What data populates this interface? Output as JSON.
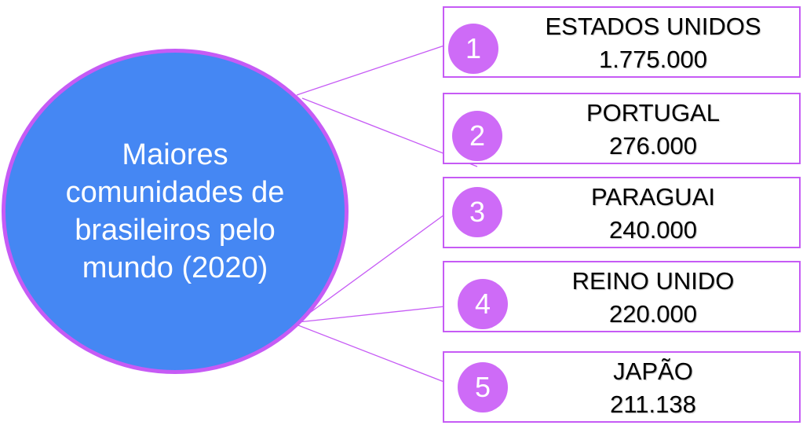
{
  "title": "Maiores comunidades de brasileiros pelo mundo (2020)",
  "colors": {
    "hub_fill": "#4587F3",
    "accent": "#C65BF5",
    "badge": "#CE6BF7"
  },
  "items": [
    {
      "rank": "1",
      "country": "ESTADOS UNIDOS",
      "value": "1.775.000"
    },
    {
      "rank": "2",
      "country": "PORTUGAL",
      "value": "276.000"
    },
    {
      "rank": "3",
      "country": "PARAGUAI",
      "value": "240.000"
    },
    {
      "rank": "4",
      "country": "REINO UNIDO",
      "value": "220.000"
    },
    {
      "rank": "5",
      "country": "JAPÃO",
      "value": "211.138"
    }
  ]
}
